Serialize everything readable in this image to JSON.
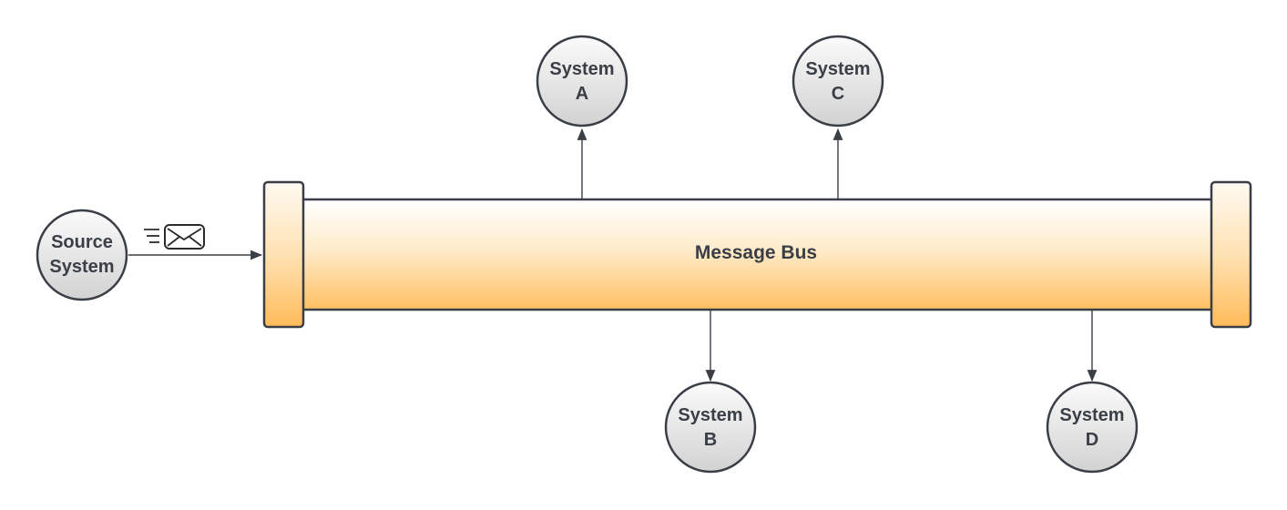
{
  "bus": {
    "label": "Message Bus"
  },
  "nodes": {
    "source": {
      "line1": "Source",
      "line2": "System"
    },
    "system_a": {
      "line1": "System",
      "line2": "A"
    },
    "system_b": {
      "line1": "System",
      "line2": "B"
    },
    "system_c": {
      "line1": "System",
      "line2": "C"
    },
    "system_d": {
      "line1": "System",
      "line2": "D"
    }
  },
  "icons": {
    "message": "envelope-icon"
  },
  "colors": {
    "stroke": "#3a3f47",
    "node_fill_top": "#fafafa",
    "node_fill_bottom": "#d4d4d4",
    "bus_fill_top": "#ffffff",
    "bus_fill_bottom": "#ffc065"
  }
}
